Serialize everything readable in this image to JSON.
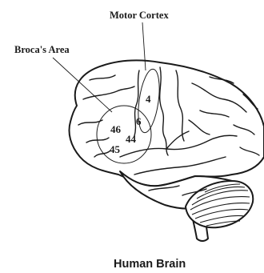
{
  "labels": {
    "motor_cortex": "Motor Cortex",
    "brocas_area": "Broca's Area",
    "caption": "Human Brain"
  },
  "brodmann_areas": {
    "a4": "4",
    "a6": "6",
    "a46": "46",
    "a44": "44",
    "a45": "45"
  },
  "colors": {
    "ink": "#1a1a1a",
    "background": "#ffffff"
  }
}
